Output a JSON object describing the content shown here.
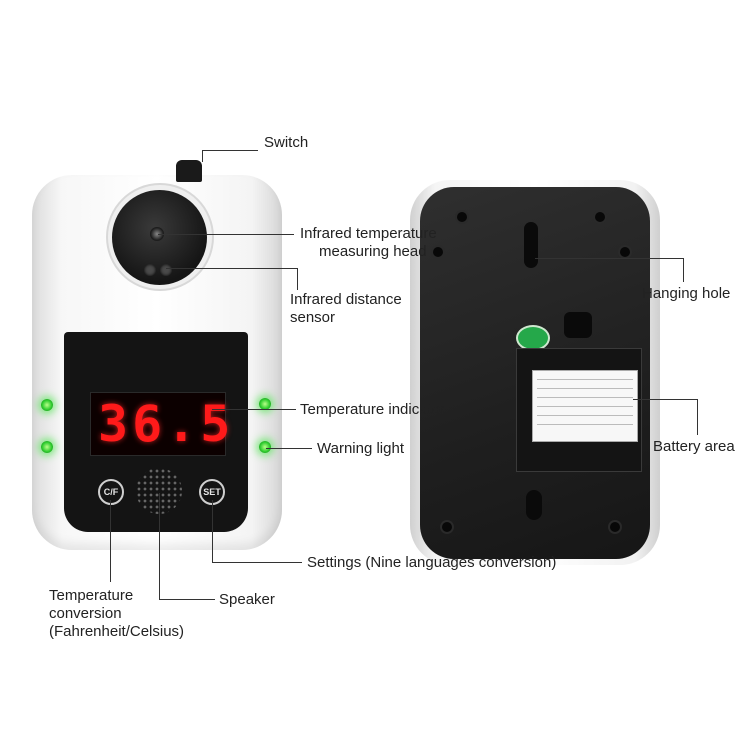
{
  "labels": {
    "switch": "Switch",
    "ir_head_1": "Infrared temperature",
    "ir_head_2": "measuring head",
    "ir_distance_1": "Infrared distance",
    "ir_distance_2": "sensor",
    "temp_indicator": "Temperature indicator",
    "warning_light": "Warning light",
    "settings": "Settings (Nine languages conversion)",
    "speaker": "Speaker",
    "temp_conversion_1": "Temperature",
    "temp_conversion_2": "conversion",
    "temp_conversion_3": "(Fahrenheit/Celsius)",
    "hanging_hole": "Hanging hole",
    "battery_area": "Battery area"
  },
  "device": {
    "display_reading": "36.5",
    "button_left": "C/F",
    "button_right": "SET"
  },
  "colors": {
    "led": "#2fcc2f",
    "display_digits": "#ff1a1a",
    "body": "#f4f4f4",
    "back_panel": "#1f1f1f"
  },
  "icons": [
    "power-switch-icon",
    "ir-lens-icon",
    "speaker-grille-icon",
    "led-indicator-icon",
    "screw-hole-icon"
  ]
}
